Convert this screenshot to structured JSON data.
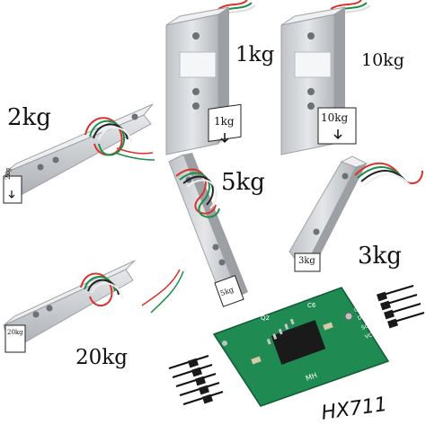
{
  "product_image": {
    "labels": {
      "load_1kg": "1kg",
      "load_10kg": "10kg",
      "load_2kg": "2kg",
      "load_5kg": "5kg",
      "load_3kg": "3kg",
      "load_20kg": "20kg",
      "module": "HX711"
    },
    "sticker_text": {
      "s1kg": "1kg",
      "s10kg": "10kg",
      "s2kg": "2kg",
      "s5kg": "5kg",
      "s3kg": "3kg",
      "s20kg": "20kg"
    },
    "board_text": {
      "chip_ref": "Q2",
      "cap_ref": "C6",
      "brand": "MH",
      "pin_gnd": "GND",
      "pin_dt": "DT",
      "pin_sck": "SCK",
      "pin_vcc": "VCC"
    },
    "colors": {
      "aluminium": "#d5d8db",
      "aluminium_shadow": "#a9adb2",
      "pcb": "#1f8a52",
      "wire_red": "#d9332b",
      "wire_green": "#1b8f4a",
      "wire_white": "#eeeeee",
      "wire_black": "#222222"
    }
  }
}
